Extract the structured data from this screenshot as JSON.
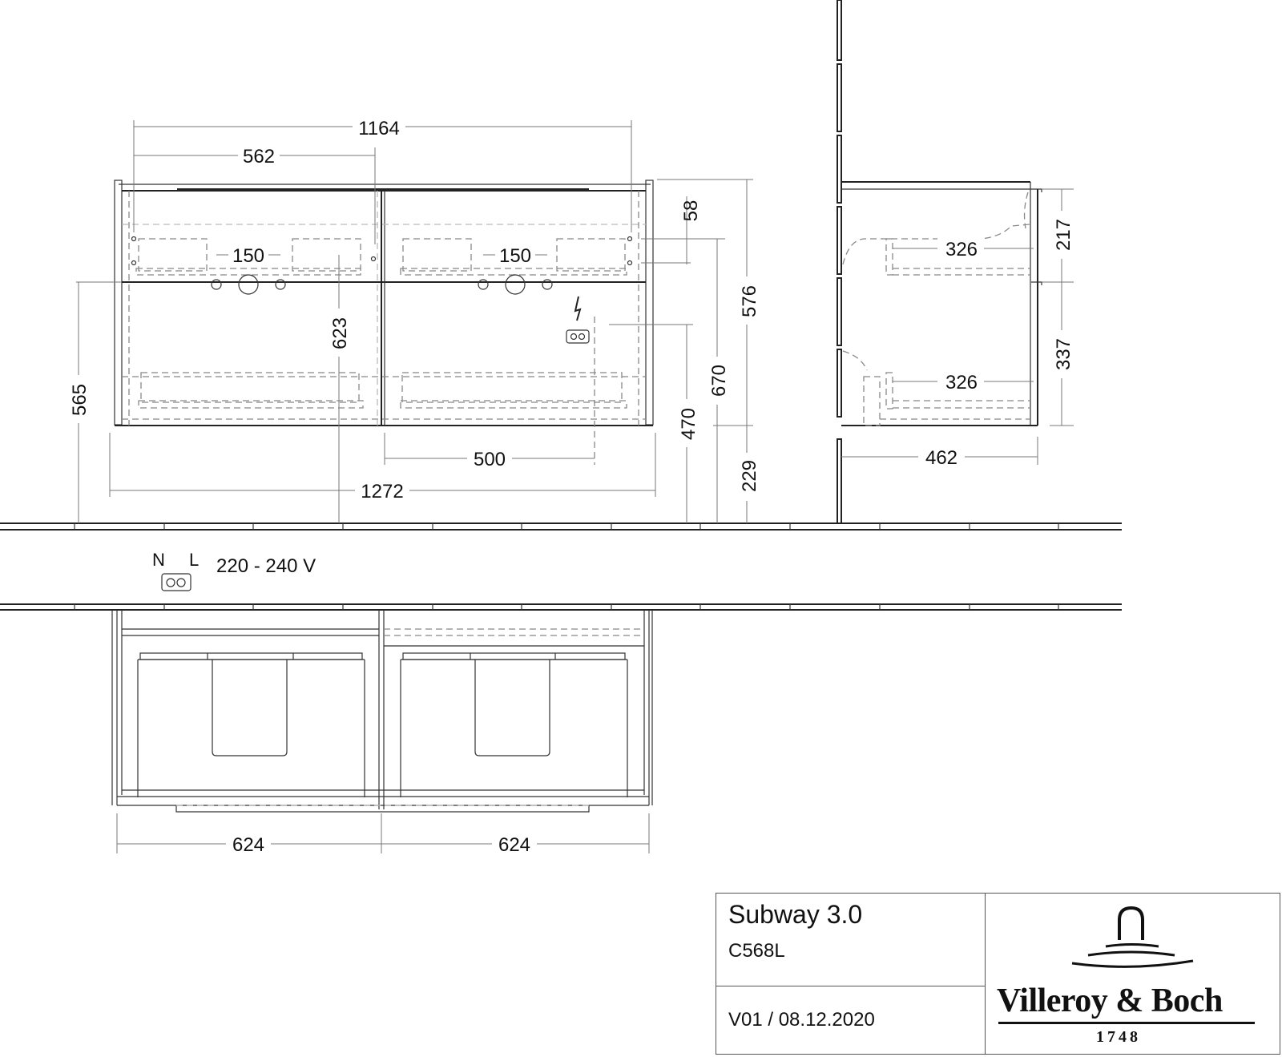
{
  "drawing": {
    "front_view": {
      "dimensions": {
        "overall_top_width": "1164",
        "basin_center_offset": "562",
        "tap_spacing_left": "150",
        "tap_spacing_right": "150",
        "top_hole_offset": "58",
        "total_height": "576",
        "siphon_height": "623",
        "mount_height": "670",
        "left_height": "565",
        "socket_height": "470",
        "floor_clearance": "229",
        "socket_offset": "500",
        "overall_width": "1272"
      }
    },
    "side_view": {
      "dimensions": {
        "upper_drawer_depth": "326",
        "lower_drawer_depth": "326",
        "upper_drawer_height": "217",
        "lower_drawer_height": "337",
        "overall_depth": "462"
      }
    },
    "electrical": {
      "neutral_label": "N",
      "live_label": "L",
      "voltage": "220 - 240 V",
      "icons": [
        "lightning-icon",
        "socket-icon"
      ]
    },
    "top_view": {
      "dimensions": {
        "left_drawer_width": "624",
        "right_drawer_width": "624"
      }
    }
  },
  "title_block": {
    "series": "Subway 3.0",
    "article_code": "C568L",
    "version": "V01 / 08.12.2020",
    "brand": "Villeroy & Boch",
    "founded": "1748"
  },
  "colors": {
    "line": "#222222",
    "dimension_line": "#777777",
    "hidden_line": "#888888",
    "background": "#ffffff"
  }
}
